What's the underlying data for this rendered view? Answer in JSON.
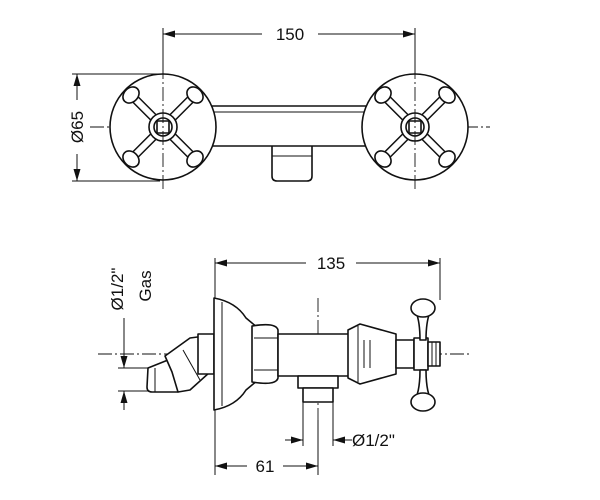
{
  "top_view": {
    "dim_width": "150",
    "dim_diameter": "Ø65"
  },
  "side_view": {
    "dim_length": "135",
    "dim_inlet": "Ø1/2\"",
    "dim_inlet_type": "Gas",
    "dim_outlet": "Ø1/2\"",
    "dim_offset": "61"
  }
}
